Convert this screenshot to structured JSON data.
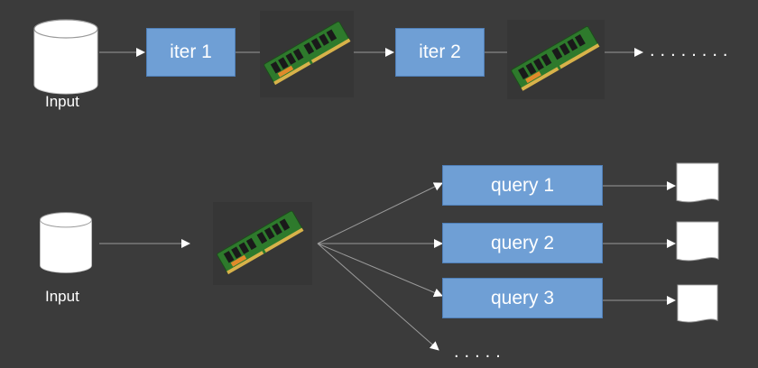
{
  "top_flow": {
    "input_label": "Input",
    "steps": [
      {
        "label": "iter 1"
      },
      {
        "label": "iter 2"
      }
    ],
    "continuation": "........"
  },
  "bottom_flow": {
    "input_label": "Input",
    "queries": [
      {
        "label": "query 1"
      },
      {
        "label": "query 2"
      },
      {
        "label": "query 3"
      }
    ],
    "continuation": "....."
  },
  "icons": {
    "storage": "database-cylinder-icon",
    "memory": "ram-module-icon",
    "output": "document-icon"
  },
  "colors": {
    "background": "#3b3b3b",
    "box_fill": "#6f9fd5",
    "box_border": "#4f7fb8",
    "arrow": "#ffffff",
    "line": "#9a9a9a"
  }
}
